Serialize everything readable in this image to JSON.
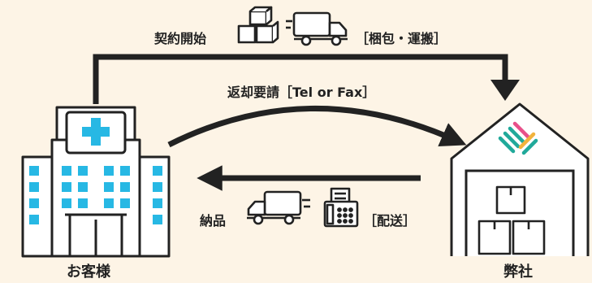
{
  "contract": {
    "label": "契約開始",
    "note": "［梱包・運搬］",
    "icons": [
      "boxes-icon",
      "truck-icon"
    ]
  },
  "return_request": {
    "label": "返却要請［Tel or Fax］"
  },
  "delivery": {
    "label": "納品",
    "note": "［配送］",
    "icons": [
      "truck-icon",
      "fax-icon"
    ]
  },
  "customer": {
    "label": "お客様",
    "icon": "hospital-icon"
  },
  "company": {
    "label": "弊社",
    "icon": "warehouse-icon"
  },
  "colors": {
    "background": "#fdf4e6",
    "ink": "#222222",
    "cyan": "#27b8e4",
    "logo_teal": "#20a99a",
    "logo_pink": "#e8508a",
    "logo_yellow": "#f2b33c"
  }
}
